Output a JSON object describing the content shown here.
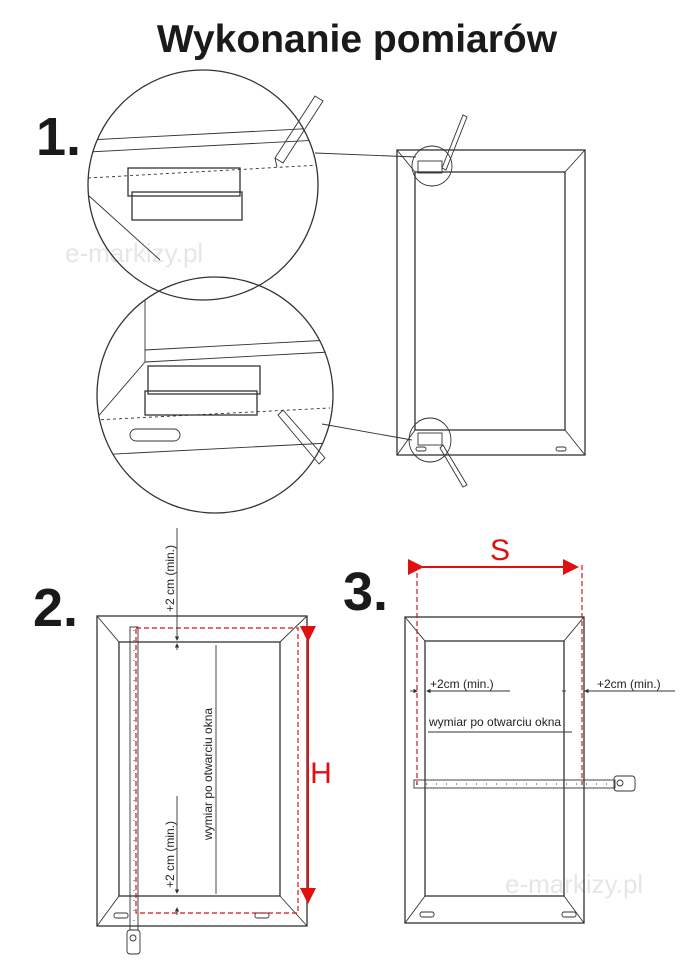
{
  "title": "Wykonanie pomiarów",
  "watermark": "e-markizy.pl",
  "steps": {
    "step1": {
      "number": "1."
    },
    "step2": {
      "number": "2.",
      "margin_top": "+2 cm (min.)",
      "margin_bottom": "+2 cm (min.)",
      "opening": "wymiar po otwarciu okna",
      "dimension": "H"
    },
    "step3": {
      "number": "3.",
      "margin_left": "+2cm (min.)",
      "margin_right": "+2cm (min.)",
      "opening": "wymiar po otwarciu okna",
      "dimension": "S"
    }
  },
  "colors": {
    "accent": "#e01010",
    "line": "#333333"
  }
}
